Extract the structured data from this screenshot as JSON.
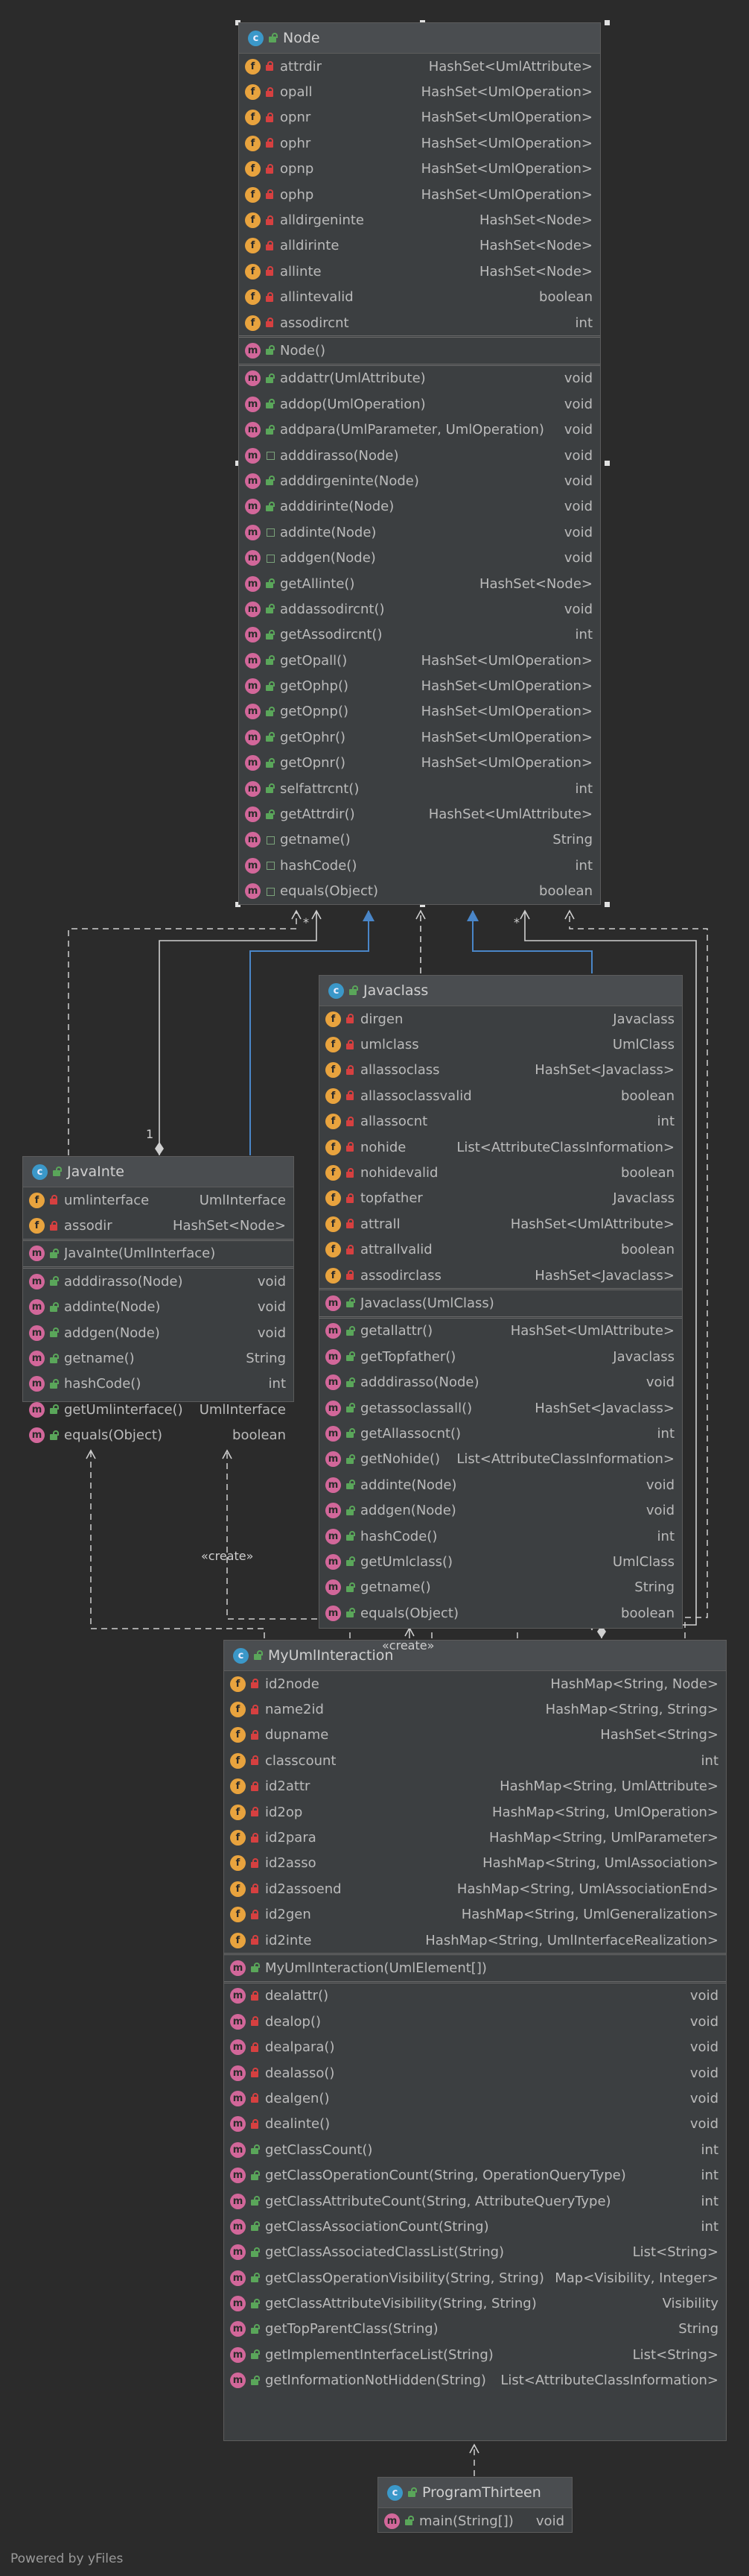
{
  "classes": {
    "node": {
      "name": "Node",
      "fields": [
        {
          "name": "attrdir",
          "type": "HashSet<UmlAttribute>",
          "access": "private"
        },
        {
          "name": "opall",
          "type": "HashSet<UmlOperation>",
          "access": "private"
        },
        {
          "name": "opnr",
          "type": "HashSet<UmlOperation>",
          "access": "private"
        },
        {
          "name": "ophr",
          "type": "HashSet<UmlOperation>",
          "access": "private"
        },
        {
          "name": "opnp",
          "type": "HashSet<UmlOperation>",
          "access": "private"
        },
        {
          "name": "ophp",
          "type": "HashSet<UmlOperation>",
          "access": "private"
        },
        {
          "name": "alldirgeninte",
          "type": "HashSet<Node>",
          "access": "private"
        },
        {
          "name": "alldirinte",
          "type": "HashSet<Node>",
          "access": "private"
        },
        {
          "name": "allinte",
          "type": "HashSet<Node>",
          "access": "private"
        },
        {
          "name": "allintevalid",
          "type": "boolean",
          "access": "private"
        },
        {
          "name": "assodircnt",
          "type": "int",
          "access": "private"
        }
      ],
      "constructors": [
        {
          "name": "Node()",
          "type": "",
          "access": "public"
        }
      ],
      "methods": [
        {
          "name": "addattr(UmlAttribute)",
          "type": "void",
          "access": "public"
        },
        {
          "name": "addop(UmlOperation)",
          "type": "void",
          "access": "public"
        },
        {
          "name": "addpara(UmlParameter, UmlOperation)",
          "type": "void",
          "access": "public"
        },
        {
          "name": "adddirasso(Node)",
          "type": "void",
          "access": "package"
        },
        {
          "name": "adddirgeninte(Node)",
          "type": "void",
          "access": "public"
        },
        {
          "name": "adddirinte(Node)",
          "type": "void",
          "access": "public"
        },
        {
          "name": "addinte(Node)",
          "type": "void",
          "access": "package"
        },
        {
          "name": "addgen(Node)",
          "type": "void",
          "access": "package"
        },
        {
          "name": "getAllinte()",
          "type": "HashSet<Node>",
          "access": "public"
        },
        {
          "name": "addassodircnt()",
          "type": "void",
          "access": "public"
        },
        {
          "name": "getAssodircnt()",
          "type": "int",
          "access": "public"
        },
        {
          "name": "getOpall()",
          "type": "HashSet<UmlOperation>",
          "access": "public"
        },
        {
          "name": "getOphp()",
          "type": "HashSet<UmlOperation>",
          "access": "public"
        },
        {
          "name": "getOpnp()",
          "type": "HashSet<UmlOperation>",
          "access": "public"
        },
        {
          "name": "getOphr()",
          "type": "HashSet<UmlOperation>",
          "access": "public"
        },
        {
          "name": "getOpnr()",
          "type": "HashSet<UmlOperation>",
          "access": "public"
        },
        {
          "name": "selfattrcnt()",
          "type": "int",
          "access": "public"
        },
        {
          "name": "getAttrdir()",
          "type": "HashSet<UmlAttribute>",
          "access": "public"
        },
        {
          "name": "getname()",
          "type": "String",
          "access": "package"
        },
        {
          "name": "hashCode()",
          "type": "int",
          "access": "package"
        },
        {
          "name": "equals(Object)",
          "type": "boolean",
          "access": "package"
        }
      ]
    },
    "javainte": {
      "name": "JavaInte",
      "fields": [
        {
          "name": "umlinterface",
          "type": "UmlInterface",
          "access": "private"
        },
        {
          "name": "assodir",
          "type": "HashSet<Node>",
          "access": "private"
        }
      ],
      "constructors": [
        {
          "name": "JavaInte(UmlInterface)",
          "type": "",
          "access": "public"
        }
      ],
      "methods": [
        {
          "name": "adddirasso(Node)",
          "type": "void",
          "access": "public"
        },
        {
          "name": "addinte(Node)",
          "type": "void",
          "access": "public"
        },
        {
          "name": "addgen(Node)",
          "type": "void",
          "access": "public"
        },
        {
          "name": "getname()",
          "type": "String",
          "access": "public"
        },
        {
          "name": "hashCode()",
          "type": "int",
          "access": "public"
        },
        {
          "name": "getUmlinterface()",
          "type": "UmlInterface",
          "access": "public"
        },
        {
          "name": "equals(Object)",
          "type": "boolean",
          "access": "public"
        }
      ]
    },
    "javaclass": {
      "name": "Javaclass",
      "fields": [
        {
          "name": "dirgen",
          "type": "Javaclass",
          "access": "private"
        },
        {
          "name": "umlclass",
          "type": "UmlClass",
          "access": "private"
        },
        {
          "name": "allassoclass",
          "type": "HashSet<Javaclass>",
          "access": "private"
        },
        {
          "name": "allassoclassvalid",
          "type": "boolean",
          "access": "private"
        },
        {
          "name": "allassocnt",
          "type": "int",
          "access": "private"
        },
        {
          "name": "nohide",
          "type": "List<AttributeClassInformation>",
          "access": "private"
        },
        {
          "name": "nohidevalid",
          "type": "boolean",
          "access": "private"
        },
        {
          "name": "topfather",
          "type": "Javaclass",
          "access": "private"
        },
        {
          "name": "attrall",
          "type": "HashSet<UmlAttribute>",
          "access": "private"
        },
        {
          "name": "attrallvalid",
          "type": "boolean",
          "access": "private"
        },
        {
          "name": "assodirclass",
          "type": "HashSet<Javaclass>",
          "access": "private"
        }
      ],
      "constructors": [
        {
          "name": "Javaclass(UmlClass)",
          "type": "",
          "access": "public"
        }
      ],
      "methods": [
        {
          "name": "getallattr()",
          "type": "HashSet<UmlAttribute>",
          "access": "public"
        },
        {
          "name": "getTopfather()",
          "type": "Javaclass",
          "access": "public"
        },
        {
          "name": "adddirasso(Node)",
          "type": "void",
          "access": "public"
        },
        {
          "name": "getassoclassall()",
          "type": "HashSet<Javaclass>",
          "access": "public"
        },
        {
          "name": "getAllassocnt()",
          "type": "int",
          "access": "public"
        },
        {
          "name": "getNohide()",
          "type": "List<AttributeClassInformation>",
          "access": "public"
        },
        {
          "name": "addinte(Node)",
          "type": "void",
          "access": "public"
        },
        {
          "name": "addgen(Node)",
          "type": "void",
          "access": "public"
        },
        {
          "name": "hashCode()",
          "type": "int",
          "access": "public"
        },
        {
          "name": "getUmlclass()",
          "type": "UmlClass",
          "access": "public"
        },
        {
          "name": "getname()",
          "type": "String",
          "access": "public"
        },
        {
          "name": "equals(Object)",
          "type": "boolean",
          "access": "public"
        }
      ]
    },
    "myumlinteraction": {
      "name": "MyUmlInteraction",
      "fields": [
        {
          "name": "id2node",
          "type": "HashMap<String, Node>",
          "access": "private"
        },
        {
          "name": "name2id",
          "type": "HashMap<String, String>",
          "access": "private"
        },
        {
          "name": "dupname",
          "type": "HashSet<String>",
          "access": "private"
        },
        {
          "name": "classcount",
          "type": "int",
          "access": "private"
        },
        {
          "name": "id2attr",
          "type": "HashMap<String, UmlAttribute>",
          "access": "private"
        },
        {
          "name": "id2op",
          "type": "HashMap<String, UmlOperation>",
          "access": "private"
        },
        {
          "name": "id2para",
          "type": "HashMap<String, UmlParameter>",
          "access": "private"
        },
        {
          "name": "id2asso",
          "type": "HashMap<String, UmlAssociation>",
          "access": "private"
        },
        {
          "name": "id2assoend",
          "type": "HashMap<String, UmlAssociationEnd>",
          "access": "private"
        },
        {
          "name": "id2gen",
          "type": "HashMap<String, UmlGeneralization>",
          "access": "private"
        },
        {
          "name": "id2inte",
          "type": "HashMap<String, UmlInterfaceRealization>",
          "access": "private"
        }
      ],
      "constructors": [
        {
          "name": "MyUmlInteraction(UmlElement[])",
          "type": "",
          "access": "public"
        }
      ],
      "methods": [
        {
          "name": "dealattr()",
          "type": "void",
          "access": "private"
        },
        {
          "name": "dealop()",
          "type": "void",
          "access": "private"
        },
        {
          "name": "dealpara()",
          "type": "void",
          "access": "private"
        },
        {
          "name": "dealasso()",
          "type": "void",
          "access": "private"
        },
        {
          "name": "dealgen()",
          "type": "void",
          "access": "private"
        },
        {
          "name": "dealinte()",
          "type": "void",
          "access": "private"
        },
        {
          "name": "getClassCount()",
          "type": "int",
          "access": "public"
        },
        {
          "name": "getClassOperationCount(String, OperationQueryType)",
          "type": "int",
          "access": "public"
        },
        {
          "name": "getClassAttributeCount(String, AttributeQueryType)",
          "type": "int",
          "access": "public"
        },
        {
          "name": "getClassAssociationCount(String)",
          "type": "int",
          "access": "public"
        },
        {
          "name": "getClassAssociatedClassList(String)",
          "type": "List<String>",
          "access": "public"
        },
        {
          "name": "getClassOperationVisibility(String, String)",
          "type": "Map<Visibility, Integer>",
          "access": "public"
        },
        {
          "name": "getClassAttributeVisibility(String, String)",
          "type": "Visibility",
          "access": "public"
        },
        {
          "name": "getTopParentClass(String)",
          "type": "String",
          "access": "public"
        },
        {
          "name": "getImplementInterfaceList(String)",
          "type": "List<String>",
          "access": "public"
        },
        {
          "name": "getInformationNotHidden(String)",
          "type": "List<AttributeClassInformation>",
          "access": "public"
        }
      ]
    },
    "programthirteen": {
      "name": "ProgramThirteen",
      "fields": [],
      "constructors": [],
      "methods": [
        {
          "name": "main(String[])",
          "type": "void",
          "access": "public"
        }
      ]
    }
  },
  "edge_labels": {
    "multiplicity_star_1": "*",
    "multiplicity_star_2": "*",
    "multiplicity_one": "1",
    "create_1": "«create»",
    "create_2": "«create»"
  },
  "footer": "Powered by yFiles",
  "colors": {
    "background": "#2b2b2b",
    "node": "#3c3f41",
    "header": "#4a4d50",
    "realization": "#4a86c8",
    "field_icon": "#e8a33e",
    "method_icon": "#d2679a",
    "class_icon": "#3b98c9"
  }
}
